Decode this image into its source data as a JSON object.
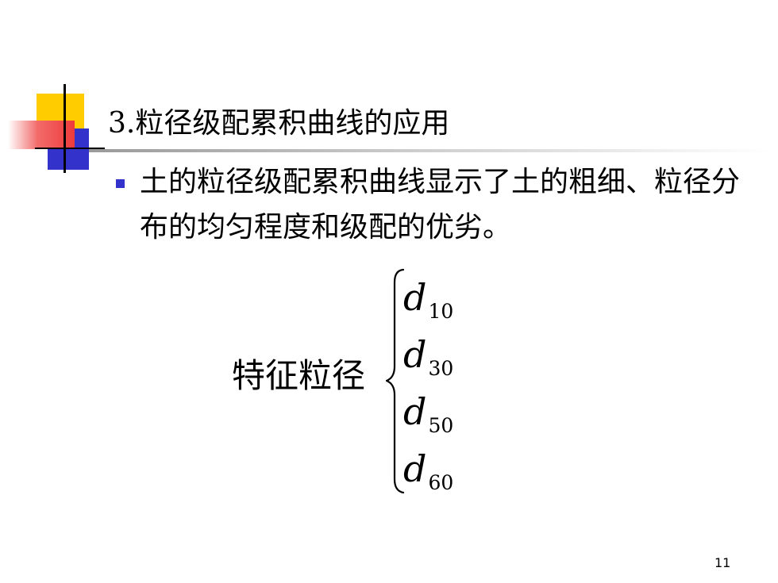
{
  "slide": {
    "title": "3.粒径级配累积曲线的应用",
    "bullets": [
      "土的粒径级配累积曲线显示了土的粗细、粒径分布的均匀程度和级配的优劣。"
    ],
    "formula": {
      "label": "特征粒径",
      "items": [
        {
          "symbol": "d",
          "subscript": "10"
        },
        {
          "symbol": "d",
          "subscript": "30"
        },
        {
          "symbol": "d",
          "subscript": "50"
        },
        {
          "symbol": "d",
          "subscript": "60"
        }
      ]
    },
    "page_number": "11"
  },
  "colors": {
    "accent_yellow": "#ffcc00",
    "accent_blue": "#3333cc",
    "accent_red": "#ee3b3b",
    "bullet_blue": "#3333cc"
  }
}
